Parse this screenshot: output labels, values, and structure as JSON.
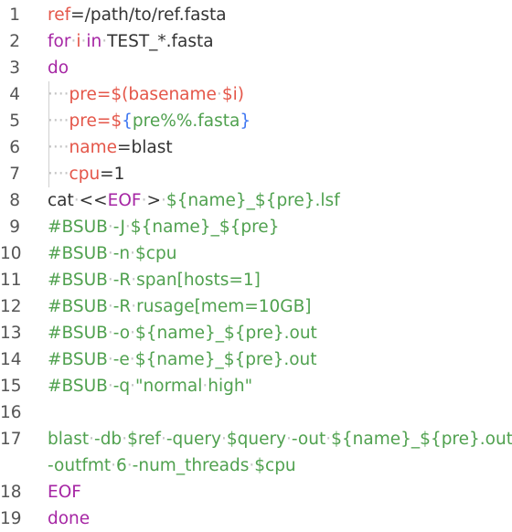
{
  "editor": {
    "lines": [
      {
        "n": "1",
        "wrap": false,
        "guide": false,
        "tokens": [
          {
            "t": "ref",
            "c": "var"
          },
          {
            "t": "=/path/to/ref.fasta",
            "c": "plain"
          }
        ]
      },
      {
        "n": "2",
        "wrap": false,
        "guide": false,
        "tokens": [
          {
            "t": "for",
            "c": "kw"
          },
          {
            "t": "·",
            "c": "ws"
          },
          {
            "t": "i",
            "c": "var"
          },
          {
            "t": "·",
            "c": "ws"
          },
          {
            "t": "in",
            "c": "kw"
          },
          {
            "t": "·",
            "c": "ws"
          },
          {
            "t": "TEST_*.fasta",
            "c": "plain"
          }
        ]
      },
      {
        "n": "3",
        "wrap": false,
        "guide": false,
        "tokens": [
          {
            "t": "do",
            "c": "kw"
          }
        ]
      },
      {
        "n": "4",
        "wrap": false,
        "guide": true,
        "tokens": [
          {
            "t": "····",
            "c": "indent"
          },
          {
            "t": "pre",
            "c": "var"
          },
          {
            "t": "=$(basename",
            "c": "var"
          },
          {
            "t": "·",
            "c": "ws"
          },
          {
            "t": "$i",
            "c": "var"
          },
          {
            "t": ")",
            "c": "var"
          }
        ]
      },
      {
        "n": "5",
        "wrap": false,
        "guide": true,
        "tokens": [
          {
            "t": "····",
            "c": "indent"
          },
          {
            "t": "pre",
            "c": "var"
          },
          {
            "t": "=$",
            "c": "var"
          },
          {
            "t": "{",
            "c": "brace"
          },
          {
            "t": "pre%%.fasta",
            "c": "str"
          },
          {
            "t": "}",
            "c": "brace"
          }
        ]
      },
      {
        "n": "6",
        "wrap": false,
        "guide": true,
        "tokens": [
          {
            "t": "····",
            "c": "indent"
          },
          {
            "t": "name",
            "c": "var"
          },
          {
            "t": "=blast",
            "c": "plain"
          }
        ]
      },
      {
        "n": "7",
        "wrap": false,
        "guide": true,
        "tokens": [
          {
            "t": "····",
            "c": "indent"
          },
          {
            "t": "cpu",
            "c": "var"
          },
          {
            "t": "=1",
            "c": "plain"
          }
        ]
      },
      {
        "n": "8",
        "wrap": false,
        "guide": false,
        "tokens": [
          {
            "t": "cat",
            "c": "plain"
          },
          {
            "t": "·",
            "c": "ws"
          },
          {
            "t": "<<",
            "c": "plain"
          },
          {
            "t": "EOF",
            "c": "kw"
          },
          {
            "t": "·",
            "c": "ws"
          },
          {
            "t": ">",
            "c": "plain"
          },
          {
            "t": "·",
            "c": "ws"
          },
          {
            "t": "${name}_${pre}.lsf",
            "c": "str"
          }
        ]
      },
      {
        "n": "9",
        "wrap": false,
        "guide": false,
        "tokens": [
          {
            "t": "#BSUB",
            "c": "str"
          },
          {
            "t": "·",
            "c": "ws"
          },
          {
            "t": "-J",
            "c": "str"
          },
          {
            "t": "·",
            "c": "ws"
          },
          {
            "t": "${name}_${pre}",
            "c": "str"
          }
        ]
      },
      {
        "n": "10",
        "wrap": false,
        "guide": false,
        "tokens": [
          {
            "t": "#BSUB",
            "c": "str"
          },
          {
            "t": "·",
            "c": "ws"
          },
          {
            "t": "-n",
            "c": "str"
          },
          {
            "t": "·",
            "c": "ws"
          },
          {
            "t": "$cpu",
            "c": "str"
          }
        ]
      },
      {
        "n": "11",
        "wrap": false,
        "guide": false,
        "tokens": [
          {
            "t": "#BSUB",
            "c": "str"
          },
          {
            "t": "·",
            "c": "ws"
          },
          {
            "t": "-R",
            "c": "str"
          },
          {
            "t": "·",
            "c": "ws"
          },
          {
            "t": "span[hosts=1]",
            "c": "str"
          }
        ]
      },
      {
        "n": "12",
        "wrap": false,
        "guide": false,
        "tokens": [
          {
            "t": "#BSUB",
            "c": "str"
          },
          {
            "t": "·",
            "c": "ws"
          },
          {
            "t": "-R",
            "c": "str"
          },
          {
            "t": "·",
            "c": "ws"
          },
          {
            "t": "rusage[mem=10GB]",
            "c": "str"
          }
        ]
      },
      {
        "n": "13",
        "wrap": false,
        "guide": false,
        "tokens": [
          {
            "t": "#BSUB",
            "c": "str"
          },
          {
            "t": "·",
            "c": "ws"
          },
          {
            "t": "-o",
            "c": "str"
          },
          {
            "t": "·",
            "c": "ws"
          },
          {
            "t": "${name}_${pre}.out",
            "c": "str"
          }
        ]
      },
      {
        "n": "14",
        "wrap": false,
        "guide": false,
        "tokens": [
          {
            "t": "#BSUB",
            "c": "str"
          },
          {
            "t": "·",
            "c": "ws"
          },
          {
            "t": "-e",
            "c": "str"
          },
          {
            "t": "·",
            "c": "ws"
          },
          {
            "t": "${name}_${pre}.out",
            "c": "str"
          }
        ]
      },
      {
        "n": "15",
        "wrap": false,
        "guide": false,
        "tokens": [
          {
            "t": "#BSUB",
            "c": "str"
          },
          {
            "t": "·",
            "c": "ws"
          },
          {
            "t": "-q",
            "c": "str"
          },
          {
            "t": "·",
            "c": "ws"
          },
          {
            "t": "\"normal",
            "c": "str"
          },
          {
            "t": "·",
            "c": "ws"
          },
          {
            "t": "high\"",
            "c": "str"
          }
        ]
      },
      {
        "n": "16",
        "wrap": false,
        "guide": false,
        "tokens": []
      },
      {
        "n": "17",
        "wrap": false,
        "guide": false,
        "tokens": [
          {
            "t": "blast",
            "c": "str"
          },
          {
            "t": "·",
            "c": "ws"
          },
          {
            "t": "-db",
            "c": "str"
          },
          {
            "t": "·",
            "c": "ws"
          },
          {
            "t": "$ref",
            "c": "str"
          },
          {
            "t": "·",
            "c": "ws"
          },
          {
            "t": "-query",
            "c": "str"
          },
          {
            "t": "·",
            "c": "ws"
          },
          {
            "t": "$query",
            "c": "str"
          },
          {
            "t": "·",
            "c": "ws"
          },
          {
            "t": "-out",
            "c": "str"
          },
          {
            "t": "·",
            "c": "ws"
          },
          {
            "t": "${name}_${pre}.out",
            "c": "str"
          }
        ]
      },
      {
        "n": "",
        "wrap": true,
        "guide": false,
        "tokens": [
          {
            "t": "-outfmt",
            "c": "str"
          },
          {
            "t": "·",
            "c": "ws"
          },
          {
            "t": "6",
            "c": "str"
          },
          {
            "t": "·",
            "c": "ws"
          },
          {
            "t": "-num_threads",
            "c": "str"
          },
          {
            "t": "·",
            "c": "ws"
          },
          {
            "t": "$cpu",
            "c": "str"
          }
        ]
      },
      {
        "n": "18",
        "wrap": false,
        "guide": false,
        "tokens": [
          {
            "t": "EOF",
            "c": "kw"
          }
        ]
      },
      {
        "n": "19",
        "wrap": false,
        "guide": false,
        "tokens": [
          {
            "t": "done",
            "c": "kw"
          }
        ]
      }
    ]
  }
}
